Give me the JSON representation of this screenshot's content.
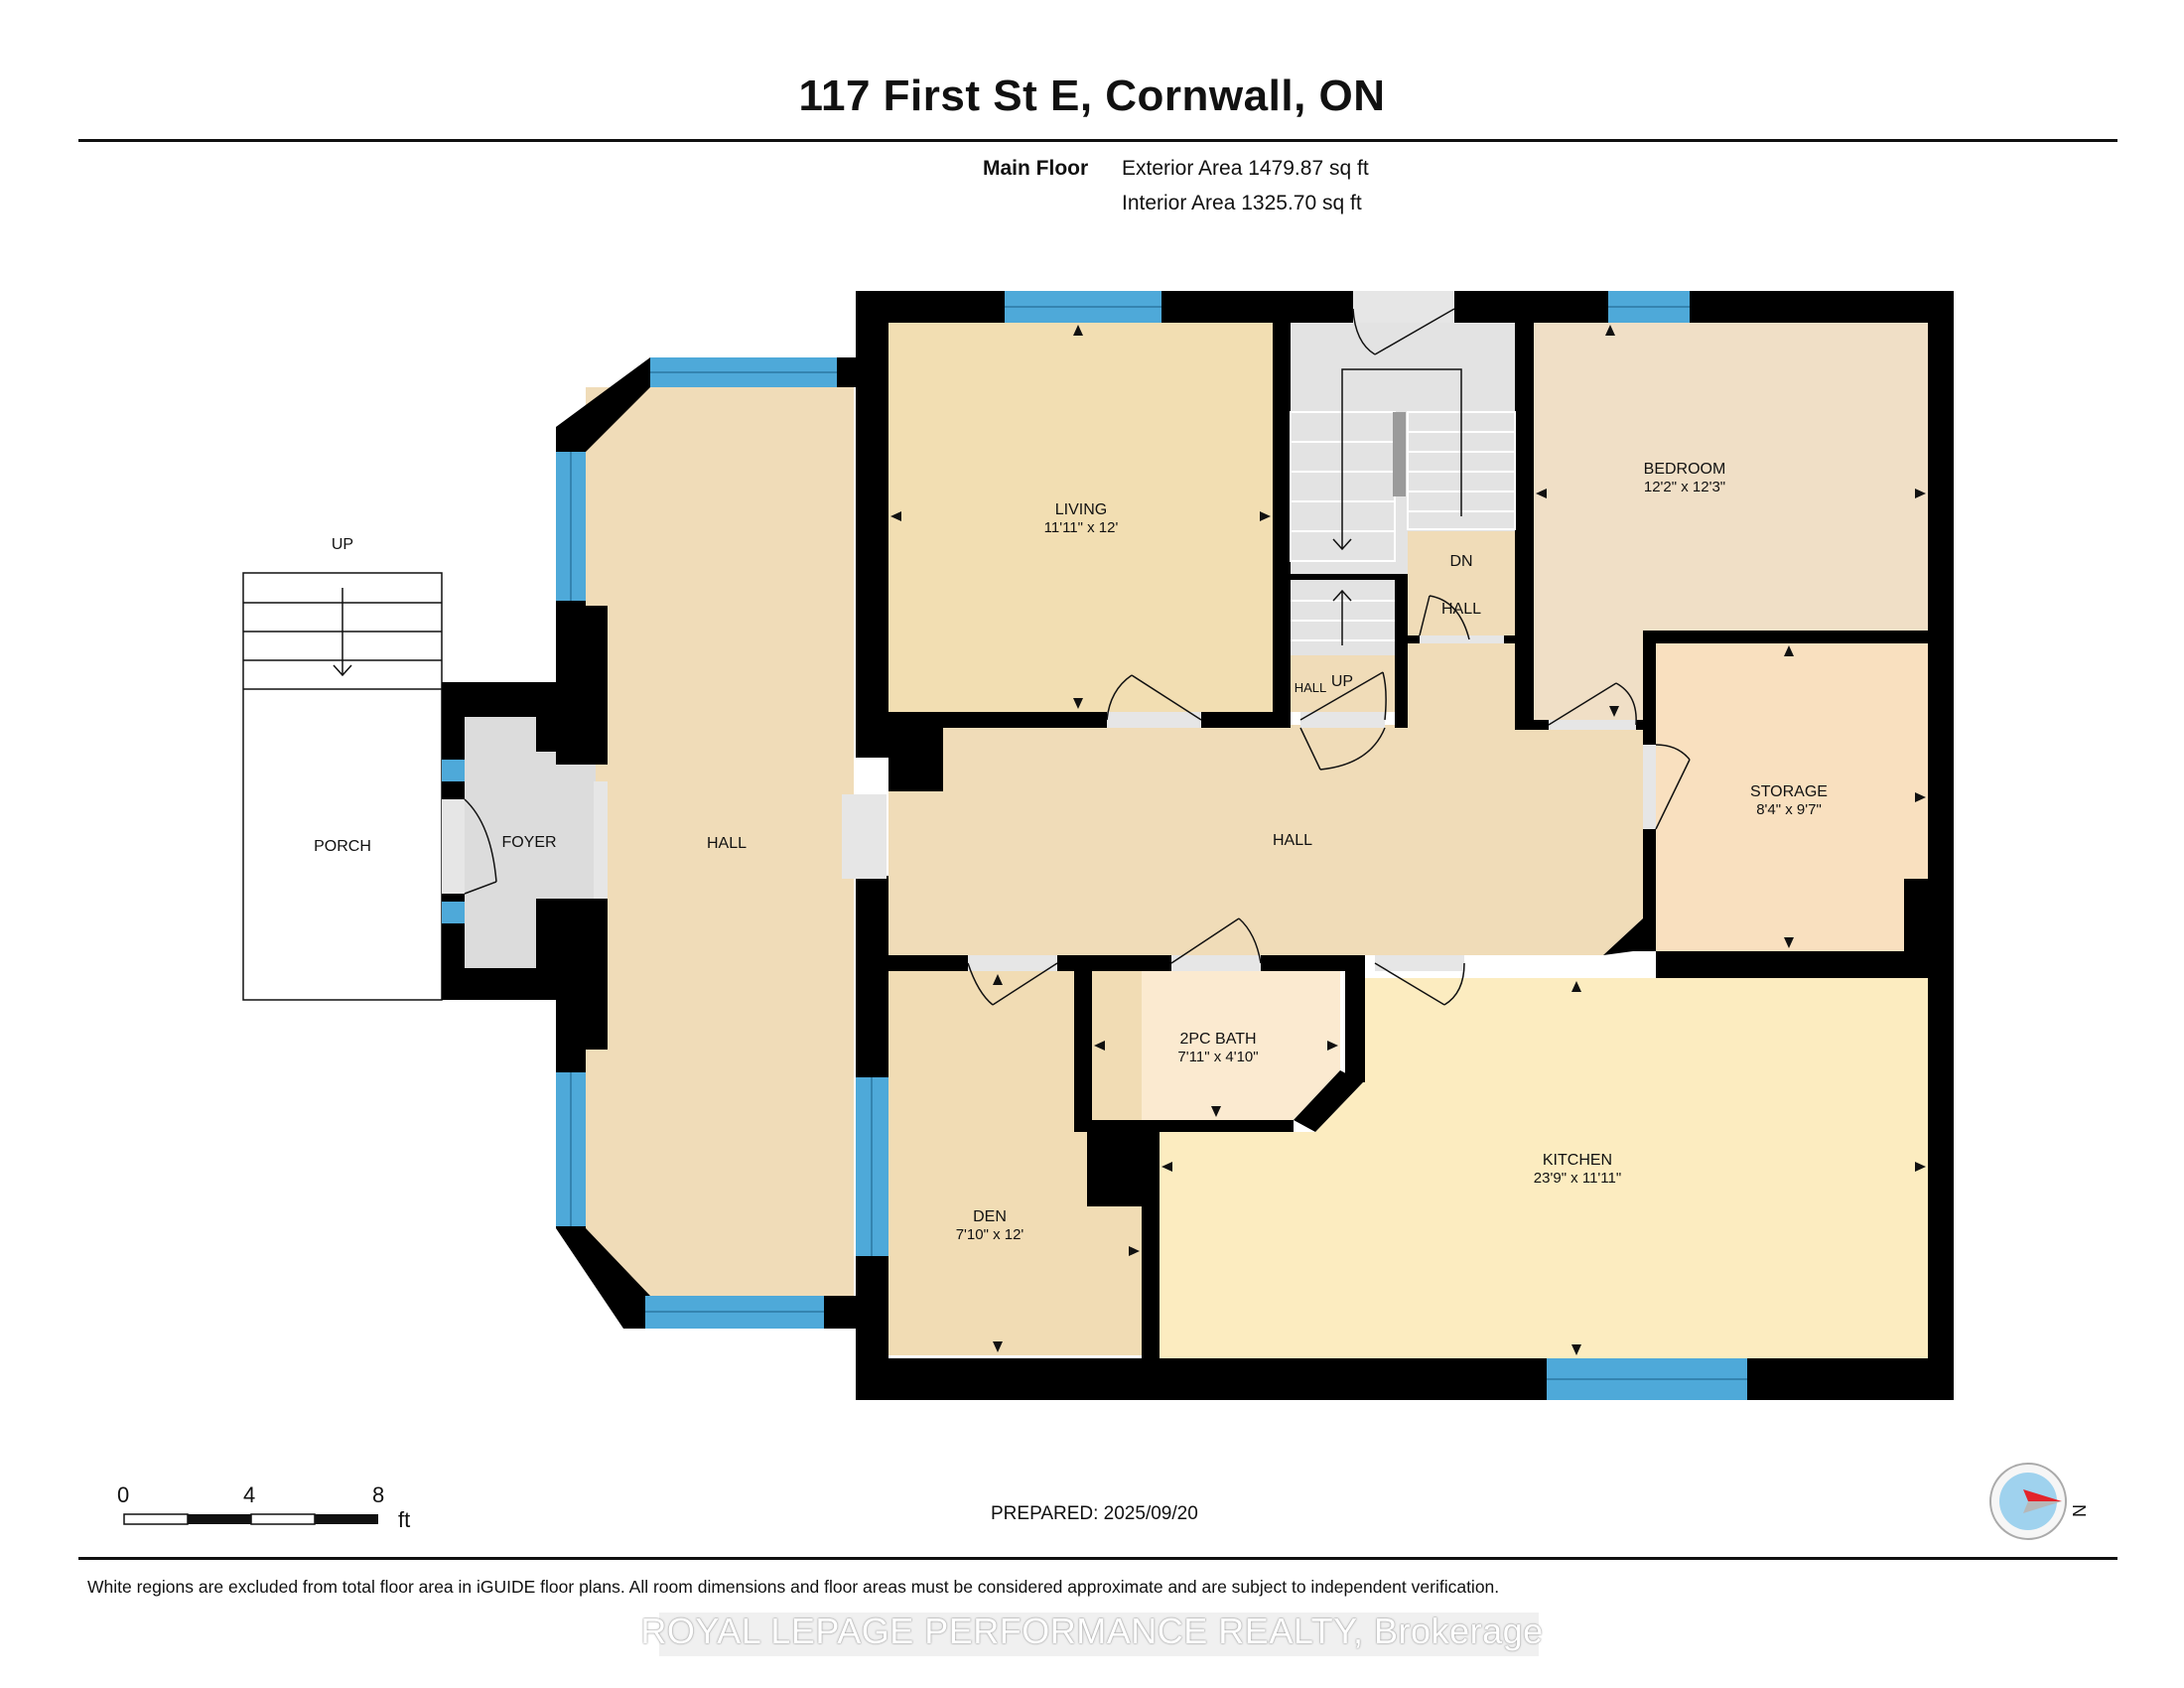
{
  "title": "117 First St E, Cornwall, ON",
  "floor": {
    "name": "Main Floor",
    "exterior": "Exterior Area 1479.87 sq ft",
    "interior": "Interior Area 1325.70 sq ft"
  },
  "rooms": {
    "living": {
      "name": "LIVING",
      "dims": "11'11\" x 12'"
    },
    "bedroom": {
      "name": "BEDROOM",
      "dims": "12'2\" x 12'3\""
    },
    "storage": {
      "name": "STORAGE",
      "dims": "8'4\" x 9'7\""
    },
    "bath": {
      "name": "2PC BATH",
      "dims": "7'11\" x 4'10\""
    },
    "kitchen": {
      "name": "KITCHEN",
      "dims": "23'9\" x 11'11\""
    },
    "den": {
      "name": "DEN",
      "dims": "7'10\" x 12'"
    },
    "hall_main": "HALL",
    "hall_left": "HALL",
    "hall_small": "HALL",
    "hall_stair": "HALL",
    "foyer": "FOYER",
    "porch": "PORCH",
    "up_porch": "UP",
    "up_stair": "UP",
    "dn_stair": "DN"
  },
  "scale": {
    "ticks": [
      "0",
      "4",
      "8"
    ],
    "unit": "ft"
  },
  "compass": {
    "label": "N"
  },
  "prepared": "PREPARED: 2025/09/20",
  "disclaimer": "White regions are excluded from total floor area in iGUIDE floor plans. All room dimensions and floor areas must be considered approximate and are subject to independent verification.",
  "watermark": "ROYAL LEPAGE PERFORMANCE REALTY, Brokerage",
  "colors": {
    "wall": "#000000",
    "window": "#4ea9d9",
    "hall": "#f0dcb8",
    "living": "#f2deb2",
    "bedroom": "#f0dfc6",
    "storage": "#f9e0bf",
    "bath": "#fbead0",
    "kitchen": "#fcecc0",
    "den": "#f1dcb4",
    "stair": "#e3e3e3"
  }
}
